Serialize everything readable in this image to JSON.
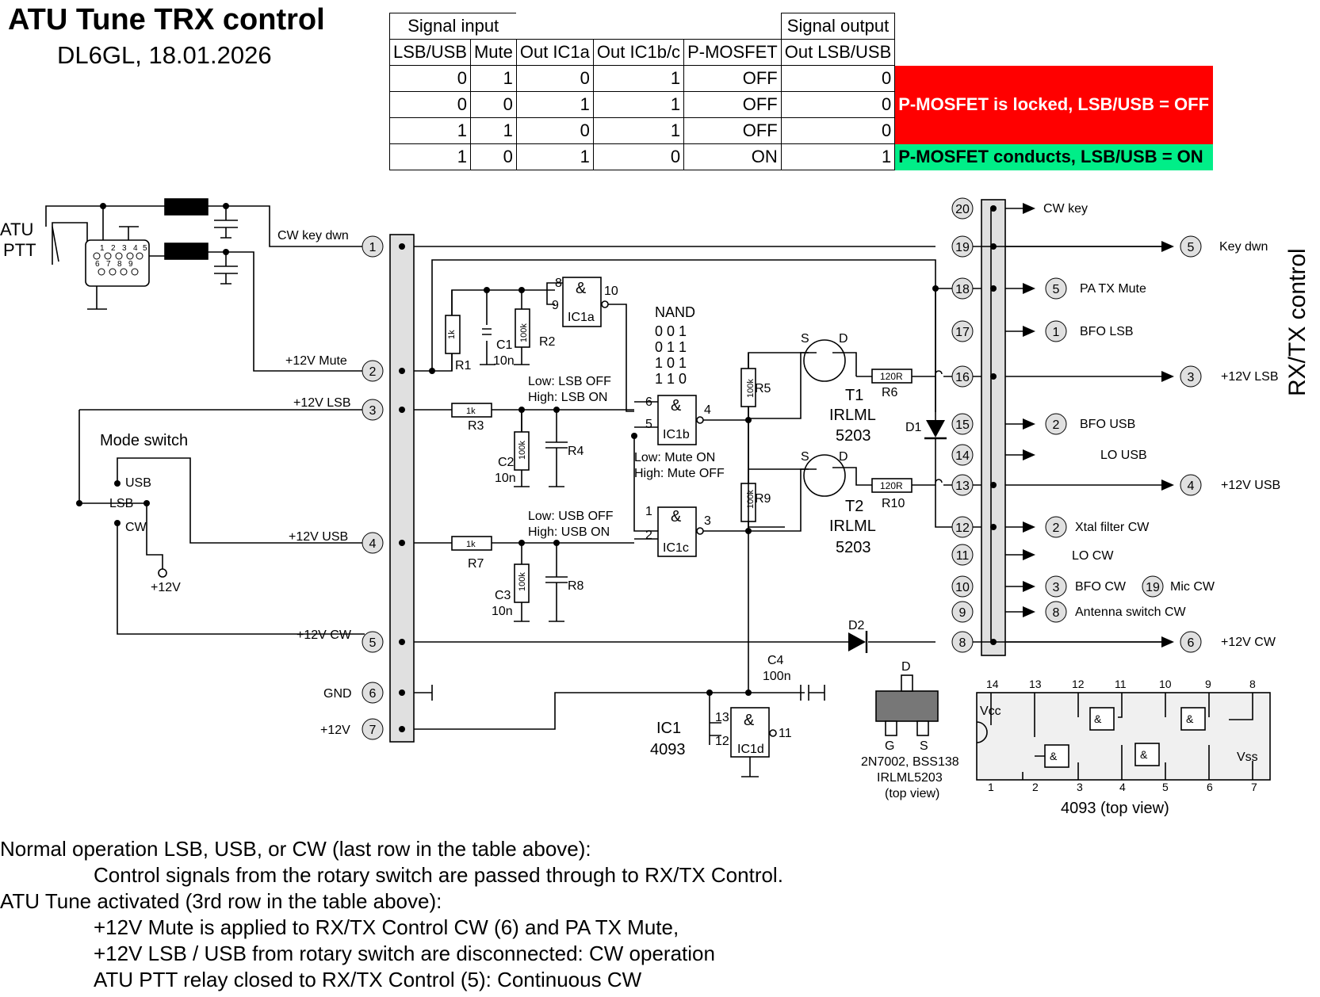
{
  "title": "ATU Tune TRX control",
  "subtitle": "DL6GL, 18.01.2026",
  "table": {
    "group_input": "Signal input",
    "group_output": "Signal output",
    "headers": [
      "LSB/USB",
      "Mute",
      "Out IC1a",
      "Out IC1b/c",
      "P-MOSFET",
      "Out LSB/USB"
    ],
    "rows": [
      [
        "0",
        "1",
        "0",
        "1",
        "OFF",
        "0"
      ],
      [
        "0",
        "0",
        "1",
        "1",
        "OFF",
        "0"
      ],
      [
        "1",
        "1",
        "0",
        "1",
        "OFF",
        "0"
      ],
      [
        "1",
        "0",
        "1",
        "0",
        "ON",
        "1"
      ]
    ],
    "note_locked": "P-MOSFET is locked, LSB/USB = OFF",
    "note_conducts": "P-MOSFET conducts, LSB/USB = ON",
    "color_locked": "#ff0000",
    "color_conducts": "#00ee88"
  },
  "schematic": {
    "atu_ptt": [
      "ATU",
      "PTT"
    ],
    "cw_key_dwn": "CW key dwn",
    "mute": "+12V Mute",
    "lsb": "+12V LSB",
    "usb": "+12V USB",
    "cw": "+12V CW",
    "gnd": "GND",
    "v12": "+12V",
    "mode_switch": "Mode switch",
    "sw_usb": "USB",
    "sw_lsb": "LSB",
    "sw_cw": "CW",
    "left_pins": [
      "1",
      "2",
      "3",
      "4",
      "5",
      "6",
      "7"
    ],
    "sub_pins": [
      "1",
      "2",
      "3",
      "4",
      "5",
      "6",
      "7",
      "8",
      "9"
    ],
    "r1": "R1",
    "r1_val": "1k",
    "c1": "C1",
    "c1_val": "10n",
    "r2": "R2",
    "r2_val": "100k",
    "r3": "R3",
    "r3_val": "1k",
    "c2": "C2",
    "c2_val": "10n",
    "r4": "R4",
    "r4_val": "100k",
    "r7": "R7",
    "r7_val": "1k",
    "c3": "C3",
    "c3_val": "10n",
    "r8": "R8",
    "r8_val": "100k",
    "r5": "R5",
    "r5_val": "100k",
    "r9": "R9",
    "r9_val": "100k",
    "r6": "R6",
    "r6_val": "120R",
    "r10": "R10",
    "r10_val": "120R",
    "c4": "C4",
    "c4_val": "100n",
    "ic1a": "IC1a",
    "ic1b": "IC1b",
    "ic1c": "IC1c",
    "ic1d": "IC1d",
    "and_sym": "&",
    "ic1": "IC1",
    "ic1_type": "4093",
    "nand_title": "NAND",
    "nand_rows": [
      "0 0 1",
      "0 1 1",
      "1 0 1",
      "1 1 0"
    ],
    "lsb_levels": [
      "Low: LSB OFF",
      "High: LSB ON"
    ],
    "usb_levels": [
      "Low: USB OFF",
      "High: USB ON"
    ],
    "mute_levels": [
      "Low: Mute ON",
      "High: Mute OFF"
    ],
    "pins_a": [
      "8",
      "9",
      "10"
    ],
    "pins_b": [
      "6",
      "5",
      "4"
    ],
    "pins_c": [
      "1",
      "2",
      "3"
    ],
    "pins_d": [
      "13",
      "12",
      "11"
    ],
    "t1": "T1",
    "t2": "T2",
    "mosfet_type": [
      "IRLML",
      "5203"
    ],
    "sd": [
      "S",
      "D"
    ],
    "d1": "D1",
    "d2": "D2",
    "right_pins": [
      "20",
      "19",
      "18",
      "17",
      "16",
      "15",
      "14",
      "13",
      "12",
      "11",
      "10",
      "9",
      "8"
    ],
    "out_labels": [
      "CW key",
      "Key dwn",
      "PA TX Mute",
      "BFO LSB",
      "+12V LSB",
      "BFO USB",
      "LO USB",
      "+12V USB",
      "Xtal filter CW",
      "LO CW",
      "BFO CW",
      "Mic CW",
      "Antenna switch CW",
      "+12V CW"
    ],
    "out_nums": [
      "5",
      "5",
      "1",
      "3",
      "2",
      "4",
      "2",
      "3",
      "19",
      "8",
      "6"
    ],
    "rxtx_control": "RX/TX control",
    "pkg_pins": [
      "D",
      "G",
      "S"
    ],
    "pkg_types": [
      "2N7002, BSS138",
      "IRLML5203",
      "(top view)"
    ],
    "ic_top_pins": [
      "14",
      "13",
      "12",
      "11",
      "10",
      "9",
      "8"
    ],
    "ic_bottom_pins": [
      "1",
      "2",
      "3",
      "4",
      "5",
      "6",
      "7"
    ],
    "vcc": "Vcc",
    "vss": "Vss",
    "ic_caption": "4093 (top view)"
  },
  "notes": [
    "Normal operation LSB, USB, or CW (last row in the table above):",
    "Control signals from the rotary switch are passed through to RX/TX Control.",
    "ATU Tune activated (3rd row in the table above):",
    "+12V Mute is applied to RX/TX Control CW (6) and PA TX Mute,",
    "+12V LSB / USB from rotary switch are disconnected: CW operation",
    "ATU PTT relay closed to RX/TX Control (5): Continuous CW"
  ]
}
